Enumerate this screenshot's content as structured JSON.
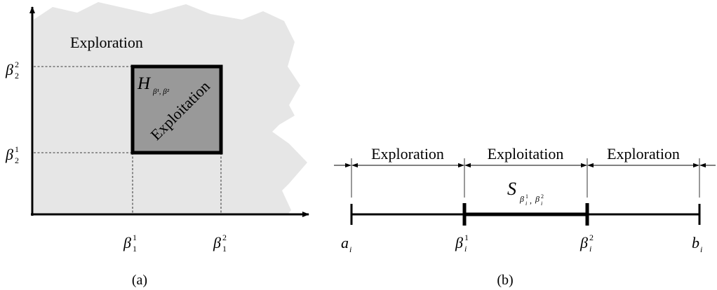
{
  "panel_a": {
    "region_outer_label": "Exploration",
    "box_label_main": "H",
    "box_label_sub": "β¹, β²",
    "box_diag_label": "Exploitation",
    "y_tick_upper": {
      "base": "β",
      "sub": "2",
      "sup": "2"
    },
    "y_tick_lower": {
      "base": "β",
      "sub": "2",
      "sup": "1"
    },
    "x_tick_left": {
      "base": "β",
      "sub": "1",
      "sup": "1"
    },
    "x_tick_right": {
      "base": "β",
      "sub": "1",
      "sup": "2"
    },
    "caption": "(a)",
    "colors": {
      "outer_fill": "#e6e6e6",
      "box_fill": "#999999",
      "stroke": "#000000"
    }
  },
  "panel_b": {
    "seg_left_label": "Exploration",
    "seg_mid_label": "Exploitation",
    "seg_right_label": "Exploration",
    "s_label_main": "S",
    "s_label_sub": "β",
    "s_label_sub_sup1": "1",
    "s_label_sub_i1": "i",
    "s_label_sep": ",",
    "s_label_sub_sup2": "2",
    "s_label_sub_i2": "i",
    "tick_a": {
      "base": "a",
      "sub": "i"
    },
    "tick_b1": {
      "base": "β",
      "sub": "i",
      "sup": "1"
    },
    "tick_b2": {
      "base": "β",
      "sub": "i",
      "sup": "2"
    },
    "tick_b": {
      "base": "b",
      "sub": "i"
    },
    "caption": "(b)"
  }
}
